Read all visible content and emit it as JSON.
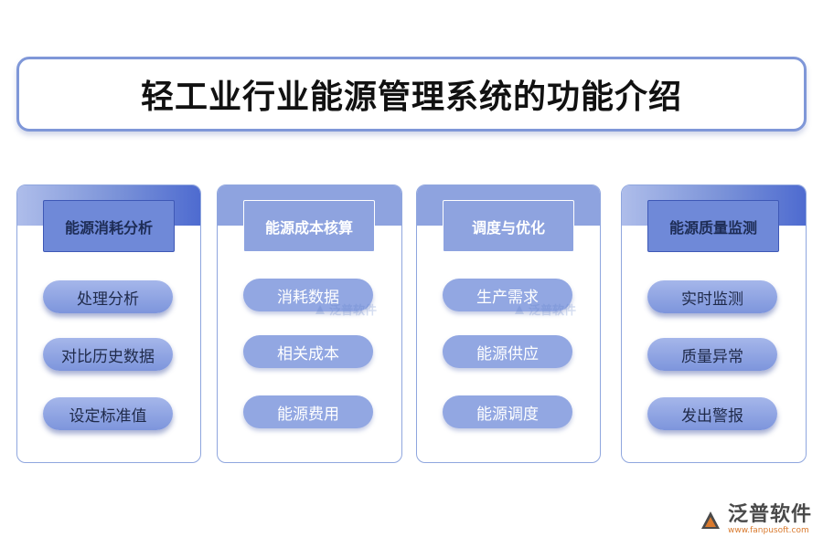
{
  "title": "轻工业行业能源管理系统的功能介绍",
  "cards": [
    {
      "header": "能源消耗分析",
      "items": [
        "处理分析",
        "对比历史数据",
        "设定标准值"
      ]
    },
    {
      "header": "能源成本核算",
      "items": [
        "消耗数据",
        "相关成本",
        "能源费用"
      ]
    },
    {
      "header": "调度与优化",
      "items": [
        "生产需求",
        "能源供应",
        "能源调度"
      ]
    },
    {
      "header": "能源质量监测",
      "items": [
        "实时监测",
        "质量异常",
        "发出警报"
      ]
    }
  ],
  "watermark": "泛普软件",
  "logo": {
    "name": "泛普软件",
    "url": "www.fanpusoft.com"
  },
  "colors": {
    "accent": "#8ea3df",
    "dark_accent": "#4e6bd0",
    "logo_orange": "#d97a2e"
  }
}
